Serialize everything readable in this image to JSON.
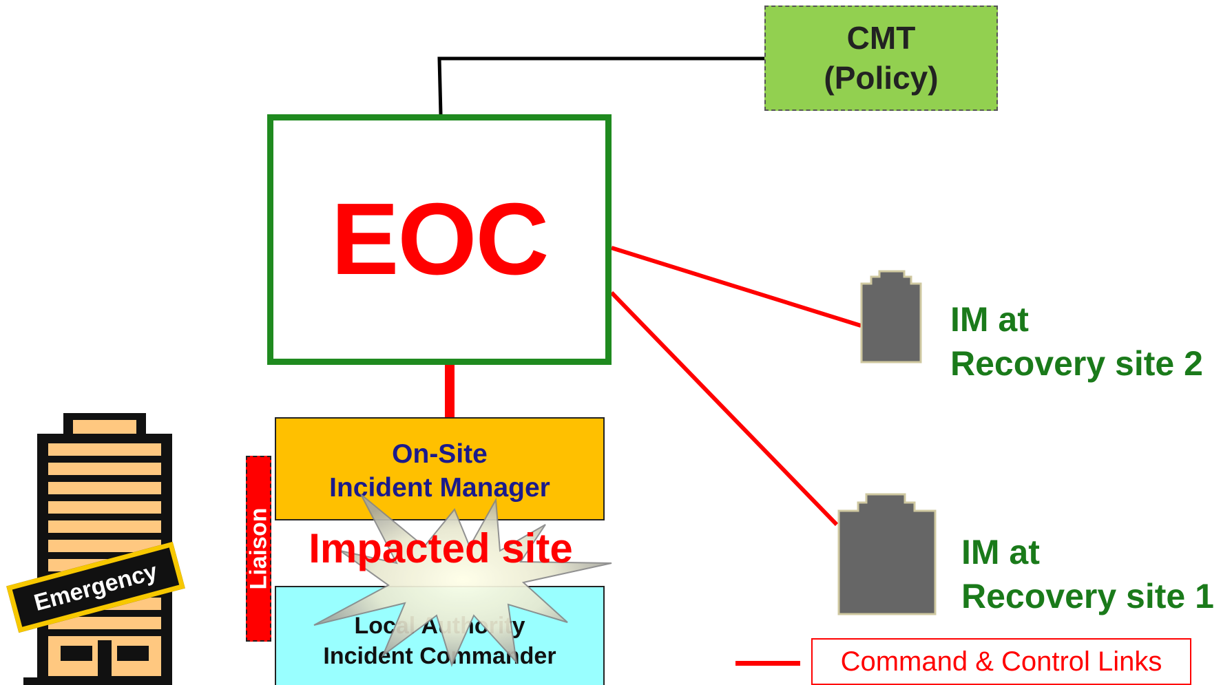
{
  "cmt": {
    "line1": "CMT",
    "line2": "(Policy)"
  },
  "eoc": {
    "label": "EOC"
  },
  "onsite": {
    "line1": "On-Site",
    "line2": "Incident Manager"
  },
  "impacted": {
    "label": "Impacted site"
  },
  "local_authority": {
    "line1": "Local Authority",
    "line2": "Incident Commander"
  },
  "liaison": {
    "label": "Liaison"
  },
  "recovery_site_2": {
    "line1": "IM at",
    "line2": "Recovery site 2"
  },
  "recovery_site_1": {
    "line1": "IM at",
    "line2": "Recovery site 1"
  },
  "emergency_sign": {
    "label": "Emergency"
  },
  "legend": {
    "label": "Command & Control Links"
  },
  "colors": {
    "command_link": "#ff0000",
    "policy_link": "#000000",
    "eoc_border": "#1f8a1f",
    "cmt_fill": "#92d050",
    "onsite_fill": "#ffc000",
    "local_authority_fill": "#99ffff",
    "recovery_label": "#1a7a1a"
  },
  "icons": [
    "building-icon",
    "explosion-icon",
    "recovery-site-icon"
  ]
}
